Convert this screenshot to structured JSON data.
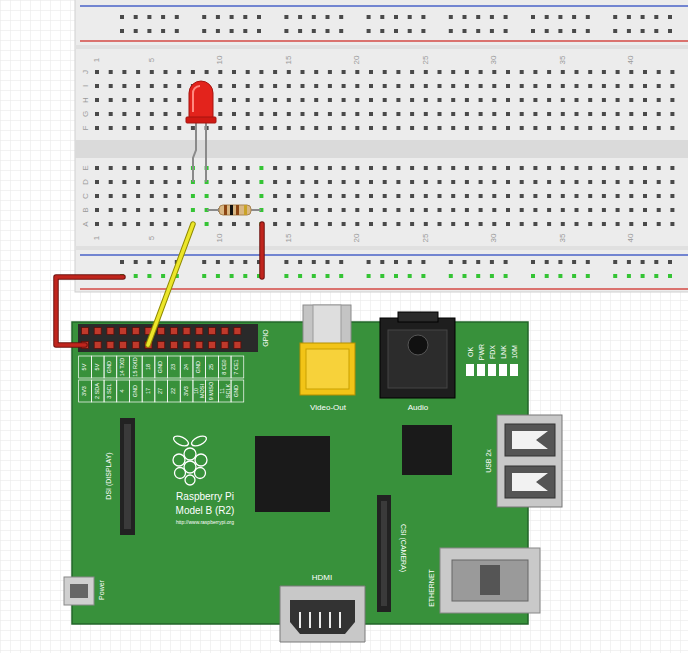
{
  "diagram": {
    "labels": [
      "1",
      "5",
      "10",
      "15",
      "20",
      "25",
      "30",
      "35",
      "40",
      "1",
      "5",
      "10",
      "15",
      "20",
      "25",
      "30",
      "35",
      "40",
      "J",
      "I",
      "H",
      "G",
      "F",
      "E",
      "D",
      "C",
      "B",
      "A",
      "GPIO",
      "5V",
      "5V",
      "GND",
      "14 TXD",
      "15 RXD",
      "18",
      "GND",
      "23",
      "24",
      "GND",
      "25",
      "8 CE0",
      "7 CE1",
      "3V3",
      "2 SDA",
      "3 SCL",
      "4",
      "GND",
      "17",
      "27",
      "22",
      "3V3",
      "10 MOSI",
      "9 MISO",
      "11 SCLK",
      "GND",
      "Video-Out",
      "Audio",
      "OK",
      "PWR",
      "FDX",
      "LNK",
      "10M",
      "USB 2x",
      "DSI (DISPLAY)",
      "Raspberry Pi",
      "Model B (R2)",
      "http://www.raspberrypi.org",
      "CSI (CAMERA)",
      "HDMI",
      "ETHERNET",
      "Power"
    ]
  }
}
